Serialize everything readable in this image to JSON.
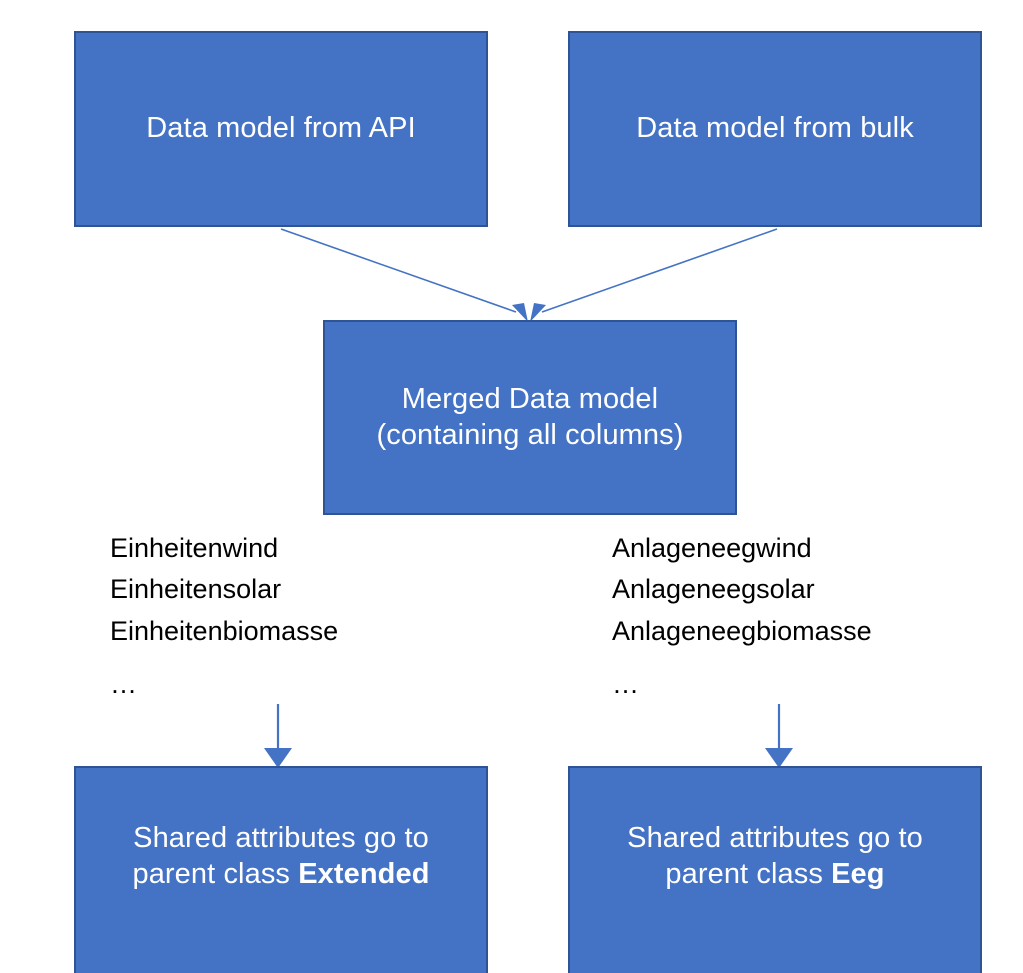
{
  "diagram": {
    "nodes": {
      "api": {
        "text": "Data model from API"
      },
      "bulk": {
        "text": "Data model from bulk"
      },
      "merged": {
        "line1": "Merged Data model",
        "line2": "(containing all columns)"
      },
      "extended": {
        "line1": "Shared attributes go to",
        "line2_prefix": "parent class ",
        "line2_emphasis": "Extended"
      },
      "eeg": {
        "line1": "Shared attributes go to",
        "line2_prefix": "parent class ",
        "line2_emphasis": "Eeg"
      }
    },
    "lists": {
      "left": {
        "items": [
          "Einheitenwind",
          "Einheitensolar",
          "Einheitenbiomasse"
        ],
        "ellipsis": "…"
      },
      "right": {
        "items": [
          "Anlageneegwind",
          "Anlageneegsolar",
          "Anlageneegbiomasse"
        ],
        "ellipsis": "…"
      }
    },
    "connectors": [
      {
        "name": "api-to-merged",
        "from": "api",
        "to": "merged",
        "style": "diagonal-arrow"
      },
      {
        "name": "bulk-to-merged",
        "from": "bulk",
        "to": "merged",
        "style": "diagonal-arrow"
      },
      {
        "name": "left-list-to-extended",
        "from": "left-list",
        "to": "extended",
        "style": "vertical-arrow"
      },
      {
        "name": "right-list-to-eeg",
        "from": "right-list",
        "to": "eeg",
        "style": "vertical-arrow"
      }
    ],
    "colors": {
      "box_fill": "#4472C4",
      "box_border": "#2F5496",
      "box_text": "#FFFFFF",
      "list_text": "#000000",
      "connector": "#4472C4",
      "background": "#FFFFFF"
    }
  }
}
